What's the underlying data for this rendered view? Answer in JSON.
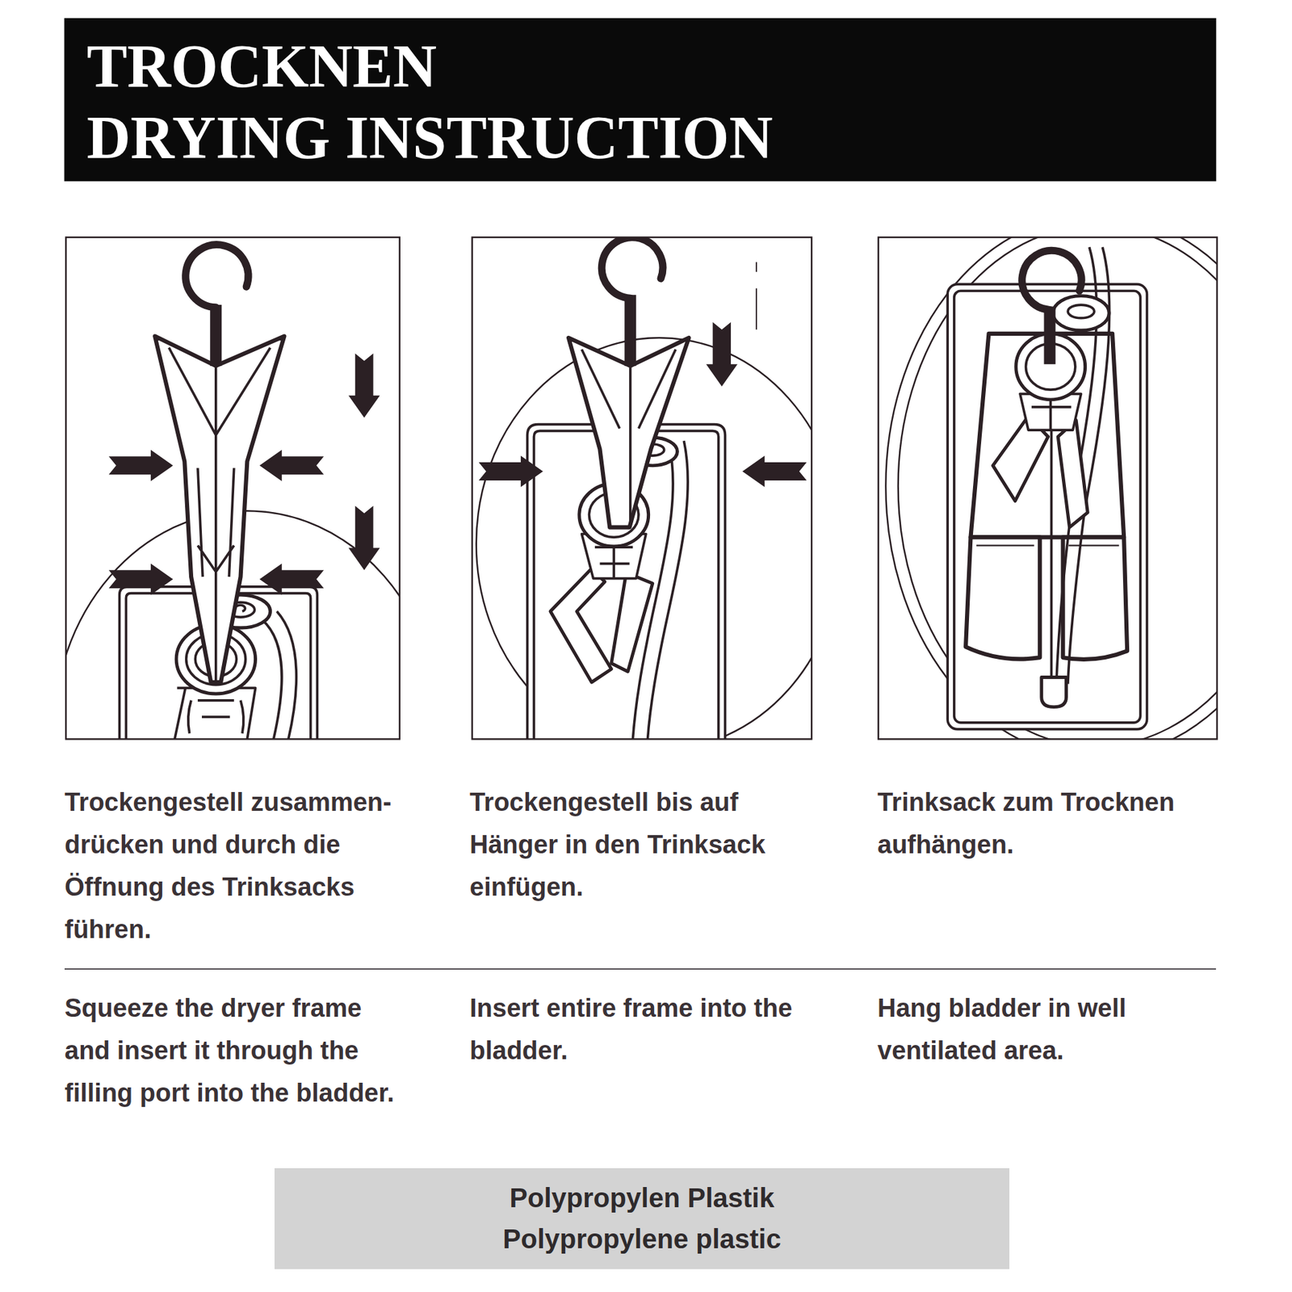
{
  "diagram": {
    "title": "TROCKNEN",
    "nodes": [
      {
        "text": [
          "Polypropylen Plastik",
          "Polypropylene plastic"
        ]
      }
    ],
    "labels": [
      "DRYING INSTRUCTION",
      "Trockengestell zusammen- drücken und durch die Öffnung des Trinksacks führen.",
      "Trockengestell bis auf Hänger in den Trinksack einfügen.",
      "Trinksack zum Trocknen aufhängen.",
      "Squeeze the dryer frame and insert it through the filling port into the bladder.",
      "Insert entire frame into the bladder.",
      "Hang bladder in well ventilated area."
    ]
  }
}
